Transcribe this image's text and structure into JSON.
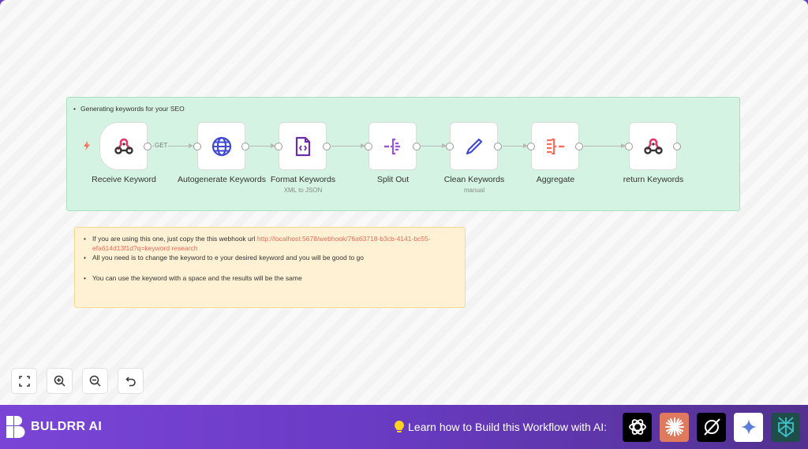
{
  "canvas": {
    "group_note": "Generating keywords for your SEO",
    "nodes": [
      {
        "label": "Receive Keyword",
        "sub": "",
        "icon": "webhook-icon"
      },
      {
        "label": "Autogenerate Keywords",
        "sub": "",
        "icon": "globe-icon"
      },
      {
        "label": "Format Keywords",
        "sub": "XML to JSON",
        "icon": "code-file-icon"
      },
      {
        "label": "Split Out",
        "sub": "",
        "icon": "split-out-icon"
      },
      {
        "label": "Clean Keywords",
        "sub": "manual",
        "icon": "pencil-icon"
      },
      {
        "label": "Aggregate",
        "sub": "",
        "icon": "aggregate-icon"
      },
      {
        "label": "return Keywords",
        "sub": "",
        "icon": "webhook-icon"
      }
    ],
    "edge_labels": {
      "receive_to_autogenerate": "GET"
    },
    "sticky_note": {
      "items": [
        {
          "text": "If you are using this one, just copy the this webhook url ",
          "link": "http://localhost:5678/webhook/76a63718-b3cb-4141-bc55-efa614d13f1d?q=keyword research"
        },
        {
          "text": "All you need is to change the keyword to e your desired keyword and you will be good to go"
        },
        {
          "text": "You can use the keyword with a space and the results will be the same"
        }
      ]
    }
  },
  "controls": [
    "fit-view",
    "zoom-in",
    "zoom-out",
    "undo"
  ],
  "footer": {
    "brand": "BULDRR AI",
    "cta": "Learn how to Build this Workflow with AI:",
    "ai_buttons": [
      "chatgpt",
      "claude",
      "grok",
      "gemini",
      "perplexity"
    ],
    "colors": {
      "bg_start": "#7a45d6",
      "bg_end": "#52318f"
    }
  }
}
